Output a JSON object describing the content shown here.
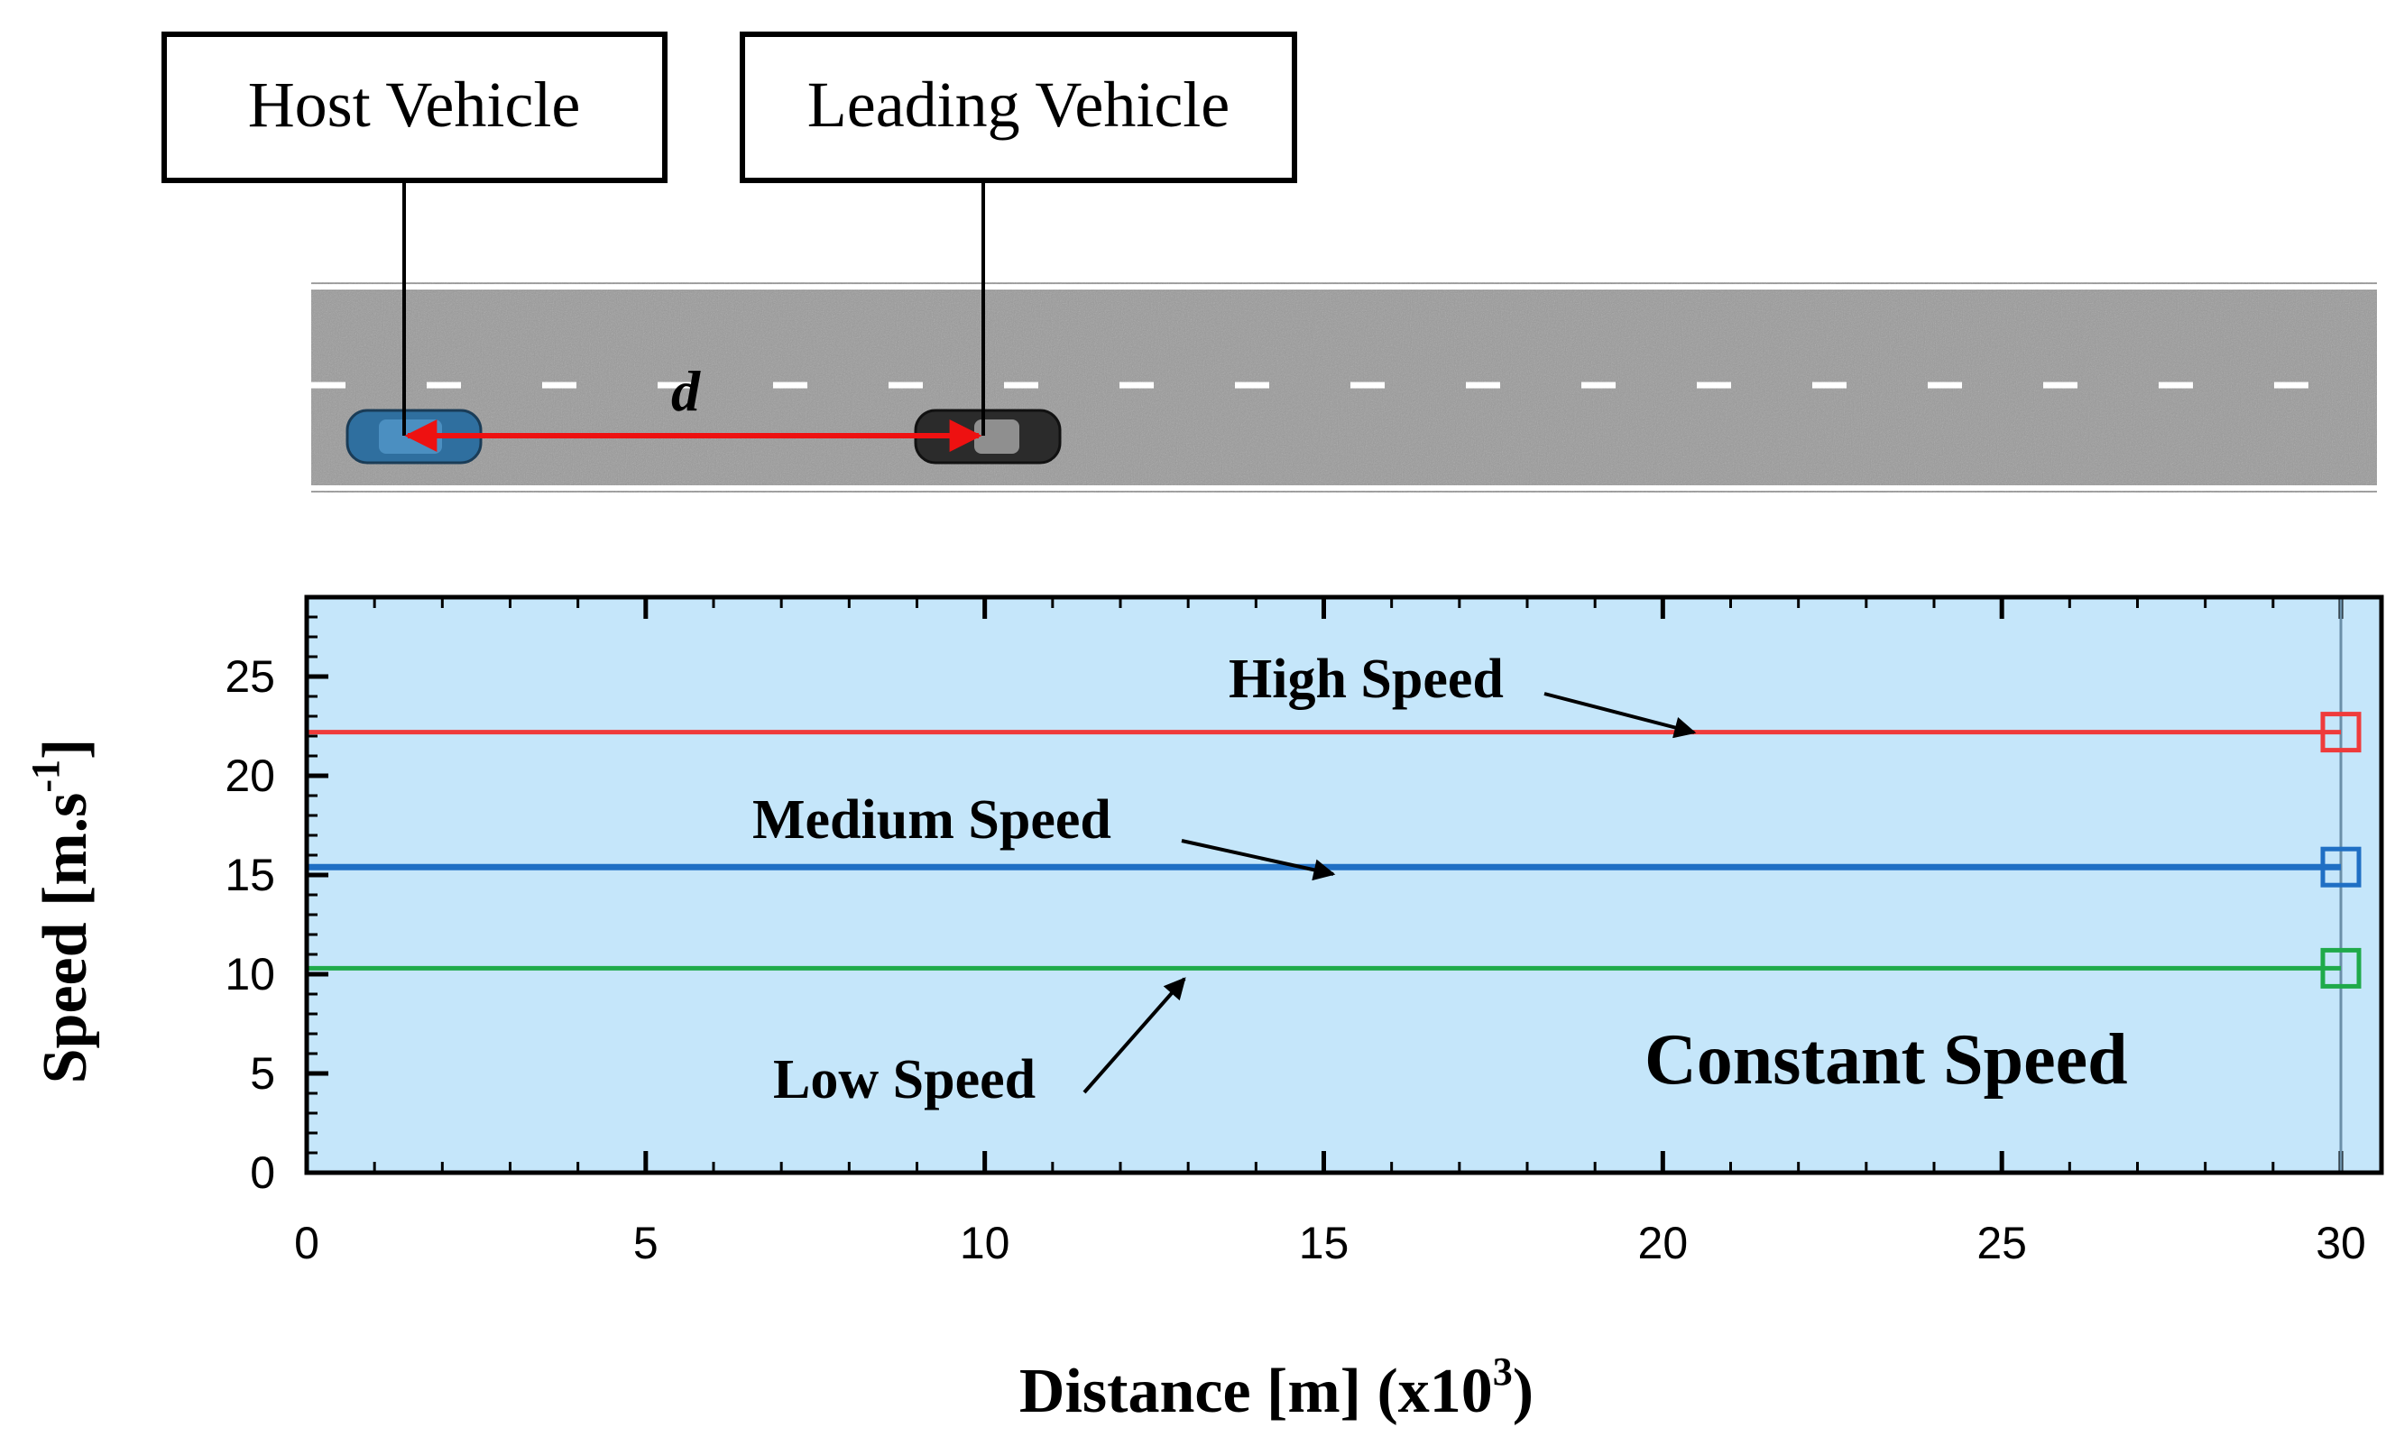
{
  "scene": {
    "host_label": "Host Vehicle",
    "leading_label": "Leading Vehicle",
    "gap_label": "d",
    "host_color": "#2f6f9f",
    "leading_color": "#2b2b2b",
    "gap_arrow_color": "#ee1111"
  },
  "chart_data": {
    "type": "line",
    "xlabel": "Distance [m] (x10",
    "xlabel_superscript": "3",
    "xlabel_suffix": ")",
    "ylabel": "Speed [m.s",
    "ylabel_superscript": "-1",
    "ylabel_suffix": "]",
    "xlim": [
      0,
      30
    ],
    "ylim": [
      0,
      29
    ],
    "xticks": [
      0,
      5,
      10,
      15,
      20,
      25,
      30
    ],
    "yticks": [
      0,
      5,
      10,
      15,
      20,
      25
    ],
    "grid": false,
    "background": "#c5e6fa",
    "annotation": "Constant Speed",
    "series": [
      {
        "name": "High Speed",
        "x": [
          0,
          30
        ],
        "y": [
          22.2,
          22.2
        ],
        "color": "#ef3b3b",
        "marker": "square-open"
      },
      {
        "name": "Medium Speed",
        "x": [
          0,
          30
        ],
        "y": [
          15.4,
          15.4
        ],
        "color": "#1f6fc4",
        "marker": "square-open"
      },
      {
        "name": "Low Speed",
        "x": [
          0,
          30
        ],
        "y": [
          10.3,
          10.3
        ],
        "color": "#1faa4a",
        "marker": "square-open"
      }
    ]
  }
}
